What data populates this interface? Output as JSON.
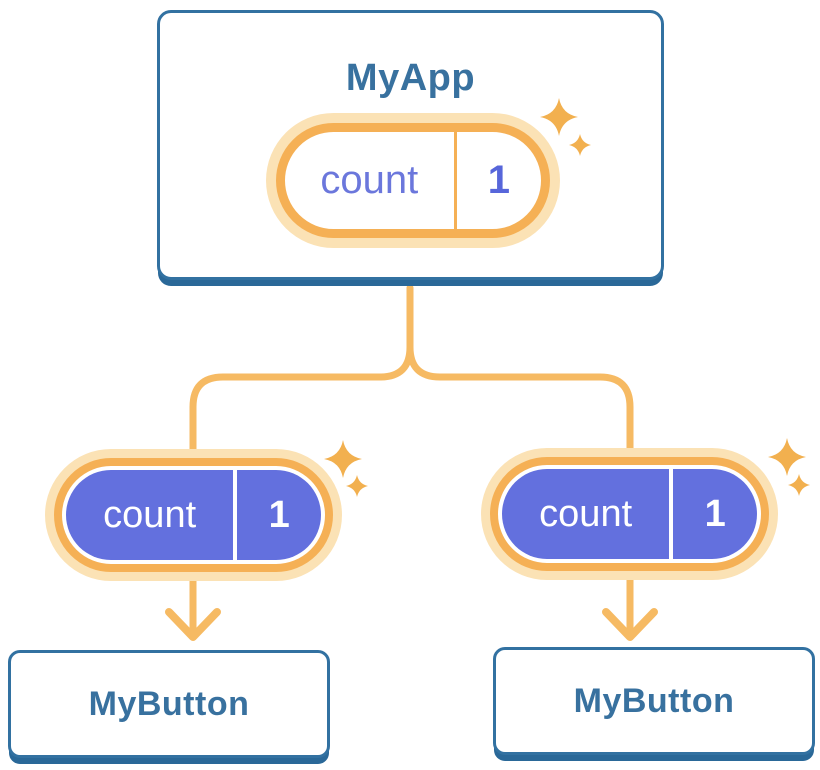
{
  "palette": {
    "canvas-bg": "#FFFFFF",
    "card-bg": "#FFFFFF",
    "orange-line": "#F6BA63",
    "ring-dark": "#F5B055",
    "ring-light": "#FBE2B5",
    "sparkle": "#F2B04F",
    "purple-fill": "#6370DE",
    "purple-text": "#6B77DC",
    "purple-value": "#5766DA",
    "blue-text": "#38719F",
    "blue-border": "#3271A1",
    "blue-shadow": "#2A6898"
  },
  "icons": {
    "sparkle": "✦"
  },
  "tree": {
    "root": {
      "label": "MyApp",
      "state": {
        "name": "count",
        "value": "1"
      }
    },
    "children": [
      {
        "label": "MyButton",
        "prop": {
          "name": "count",
          "value": "1"
        }
      },
      {
        "label": "MyButton",
        "prop": {
          "name": "count",
          "value": "1"
        }
      }
    ]
  }
}
